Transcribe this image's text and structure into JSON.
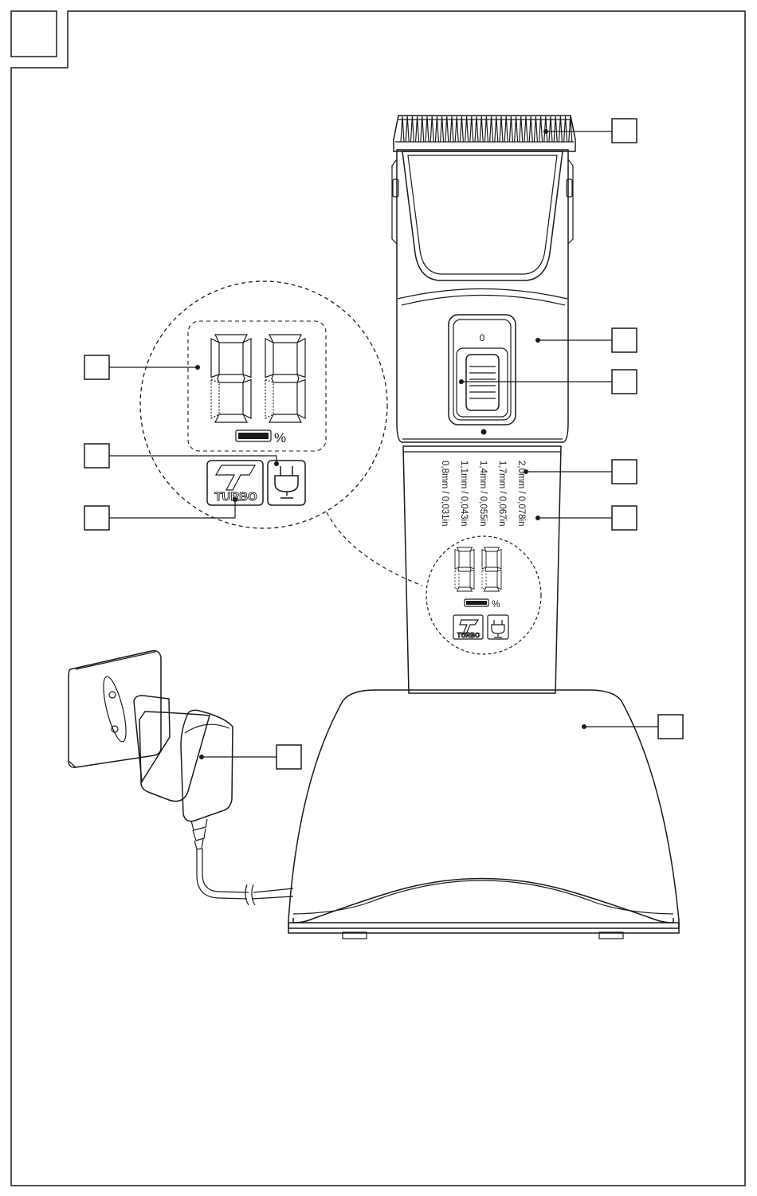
{
  "figure": {
    "lcd": {
      "digits": "99",
      "percent_symbol": "%"
    },
    "lcd_small": {
      "digits": "99",
      "percent_symbol": "%"
    },
    "turbo_label": "TURBO",
    "switch_marking": "0",
    "comb_scale": [
      "2,0mm / 0,078in",
      "1,7mm / 0,067in",
      "1,4mm / 0,055in",
      "1,1mm / 0,043in",
      "0,8mm / 0,031in"
    ],
    "icons": [
      "turbo-icon",
      "plug-icon",
      "battery-icon"
    ],
    "callouts": [
      "cutting-head",
      "switch-area",
      "on-off-slider",
      "comb-scale",
      "comb-scale-text",
      "charging-base",
      "power-adapter",
      "charge-level-display",
      "mains-indicator",
      "turbo-indicator"
    ]
  }
}
